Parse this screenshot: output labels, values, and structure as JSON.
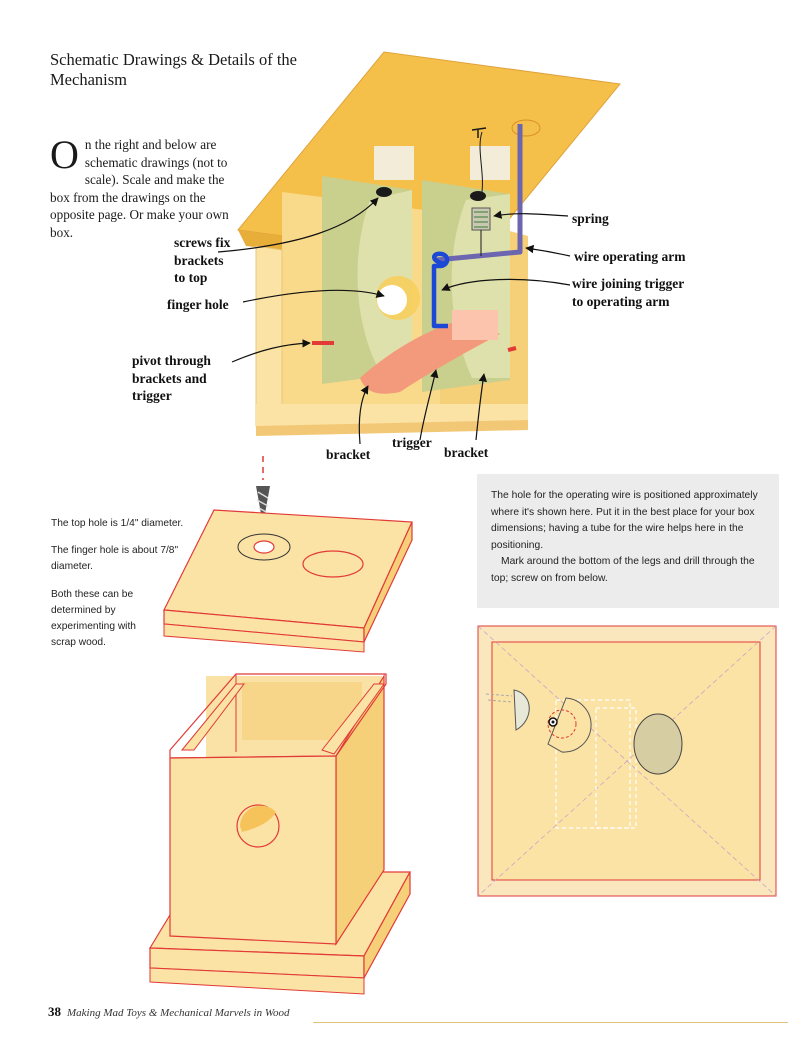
{
  "heading": "Schematic Drawings & Details of the Mechanism",
  "intro": {
    "dropcap": "O",
    "text": "n the right and below are schematic drawings (not to scale). Scale and make the box from the drawings on the opposite page. Or make your own box."
  },
  "callouts": {
    "screws": [
      "screws fix",
      "brackets",
      "to top"
    ],
    "finger_hole": "finger hole",
    "pivot": [
      "pivot through",
      "brackets and",
      "trigger"
    ],
    "spring": "spring",
    "wire_arm": "wire operating arm",
    "wire_join": [
      "wire joining trigger",
      "to operating arm"
    ],
    "bracket_left": "bracket",
    "trigger": "trigger",
    "bracket_right": "bracket"
  },
  "notes": {
    "top_hole_pre": "The top hole is ",
    "top_hole_frac": "1/4\"",
    "top_hole_post": " diameter.",
    "finger_pre": "The finger hole is about ",
    "finger_frac": "7/8\"",
    "finger_post": " diameter.",
    "both": "Both these can be determined by experimenting with scrap wood."
  },
  "infobox": {
    "p1": "The hole for the operating wire is positioned approximately where it's shown here. Put it in the best place for your box dimensions; having a tube for the wire helps here in the positioning.",
    "p2": "Mark around the bottom of the legs and drill through the top; screw on from below."
  },
  "footer": {
    "page_number": "38",
    "book_title": "Making Mad Toys & Mechanical Marvels in Wood"
  },
  "colors": {
    "wood": "#fbe3a6",
    "roof": "#f5c04a",
    "outline": "#e23a36",
    "bracket_green": "#c9cf8d",
    "wire_blue": "#1c48d6",
    "arm_purple": "#6c66b0",
    "trigger_salmon": "#f49a7c"
  }
}
